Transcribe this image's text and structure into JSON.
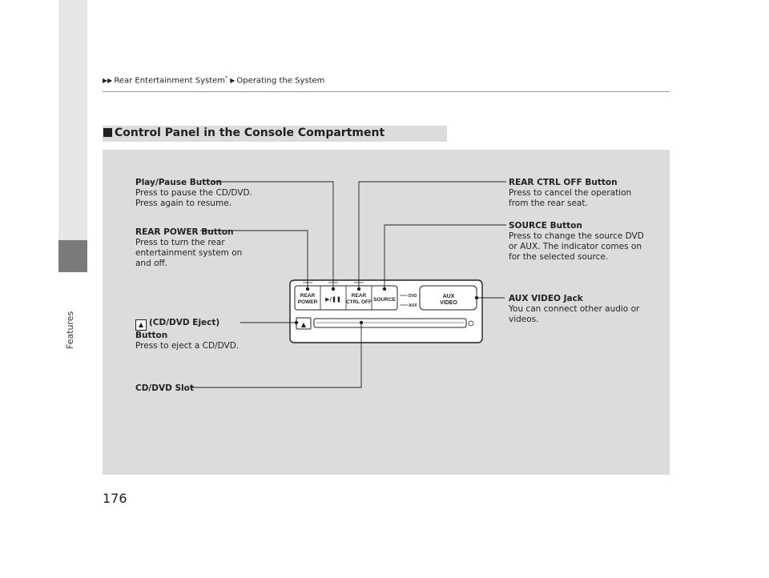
{
  "breadcrumb": {
    "parent": "Rear Entertainment System",
    "asterisk": "*",
    "current": "Operating the System"
  },
  "sidebar": {
    "label": "Features"
  },
  "section": {
    "title": "Control Panel in the Console Compartment"
  },
  "callouts": {
    "play_pause": {
      "title": "Play/Pause Button",
      "desc": "Press to pause the CD/DVD. Press again to resume."
    },
    "rear_power": {
      "title": "REAR POWER Button",
      "desc": "Press to turn the rear entertainment system on and off."
    },
    "eject": {
      "title": "(CD/DVD Eject) Button",
      "desc": "Press to eject a CD/DVD."
    },
    "slot": {
      "title": "CD/DVD Slot"
    },
    "rear_ctrl_off": {
      "title": "REAR CTRL OFF Button",
      "desc": "Press to cancel the operation from the rear seat."
    },
    "source": {
      "title": "SOURCE Button",
      "desc": "Press to change the source DVD or AUX. The indicator comes on for the selected source."
    },
    "aux_video": {
      "title": "AUX VIDEO Jack",
      "desc": "You can connect other audio or videos."
    }
  },
  "panel": {
    "rear_power_line1": "REAR",
    "rear_power_line2": "POWER",
    "play_pause_glyph": "▶/❚❚",
    "rear_ctrl_line1": "REAR",
    "rear_ctrl_line2": "CTRL OFF",
    "source_label": "SOURCE",
    "indicator_dvd": "DVD",
    "indicator_aux": "AUX",
    "aux_line1": "AUX",
    "aux_line2": "VIDEO",
    "eject_glyph": "▲"
  },
  "page_number": "176",
  "colors": {
    "figure_bg": "#dcdcdc",
    "panel_bg": "#ffffff",
    "ink": "#231f20",
    "sidebar_tab": "#7a7a7a"
  }
}
